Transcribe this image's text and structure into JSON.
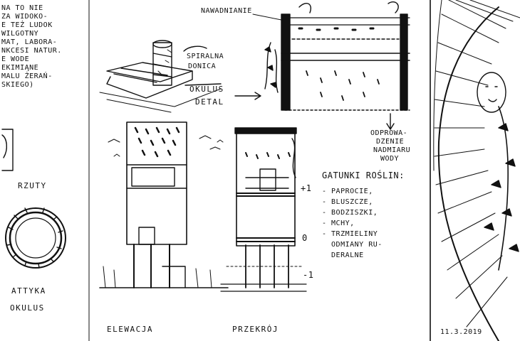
{
  "colors": {
    "ink": "#111111",
    "paper": "#ffffff"
  },
  "left_note": {
    "lines": [
      "NA TO NIE",
      "ZA WIDOKO-",
      "E TEŻ LUDOK",
      "WILGOTNY",
      "MAT, LABORA-",
      "NKCESI NATUR.",
      "E WODE",
      "EKIMIĄNE",
      "MALU ŻERAŃ-",
      "SKIEGO)"
    ]
  },
  "labels": {
    "rzut": "RZUTY",
    "attyka_1": "ATTYKA",
    "attyka_2": "OKULUS",
    "spiralna_1": "SPIRALNA",
    "spiralna_2": "DONICA",
    "okulus_1": "OKULUS",
    "okulus_2": "DETAL",
    "nawadnianie": "NAWADNIANIE",
    "odprow_1": "ODPROWA-",
    "odprow_2": "DZENIE",
    "odprow_3": "NADMIARU",
    "odprow_4": "WODY",
    "plus_one": "+1",
    "zero": "0",
    "minus_one": "-1",
    "elewacja": "ELEWACJA",
    "przekroj": "PRZEKRÓJ",
    "date": "11.3.2019"
  },
  "plants": {
    "title": "GATUNKI ROŚLIN:",
    "items": [
      "- PAPROCIE,",
      "- BLUSZCZE,",
      "- BODZISZKI,",
      "- MCHY,",
      "- TRZMIELINY",
      "  ODMIANY RU-",
      "  DERALNE"
    ]
  }
}
